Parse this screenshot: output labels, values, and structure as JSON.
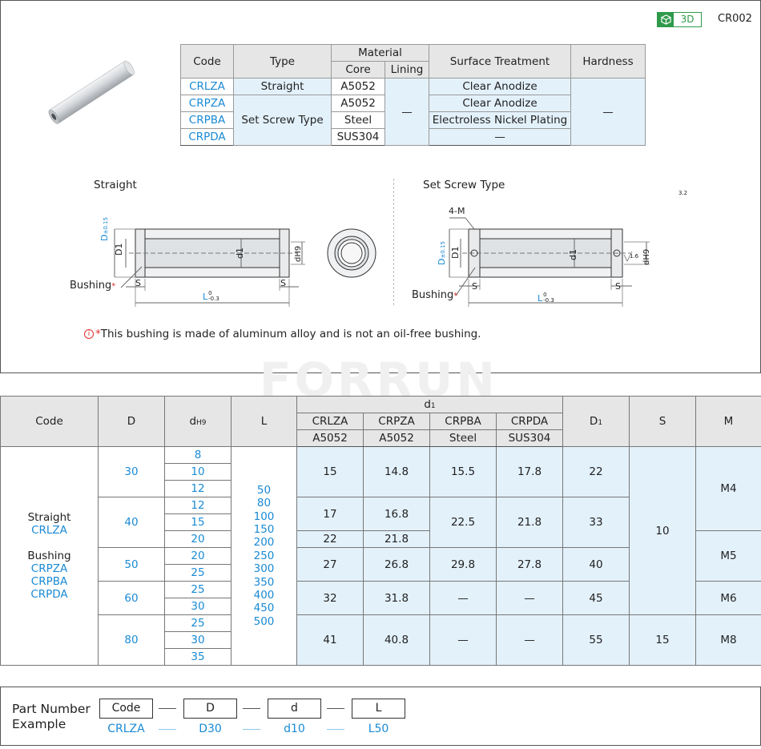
{
  "header": {
    "badge_3d": "3D",
    "series_code": "CR002"
  },
  "material_table": {
    "headers": {
      "code": "Code",
      "type": "Type",
      "material": "Material",
      "core": "Core",
      "lining": "Lining",
      "surface_treatment": "Surface Treatment",
      "hardness": "Hardness"
    },
    "rows": [
      {
        "code": "CRLZA",
        "type": "Straight",
        "core": "A5052",
        "surface": "Clear Anodize"
      },
      {
        "code": "CRPZA",
        "type": "Set Screw Type",
        "core": "A5052",
        "surface": "Clear Anodize"
      },
      {
        "code": "CRPBA",
        "core": "Steel",
        "surface": "Electroless Nickel Plating"
      },
      {
        "code": "CRPDA",
        "core": "SUS304",
        "surface": "—"
      }
    ],
    "lining": "—",
    "hardness": "—"
  },
  "drawings": {
    "straight_title": "Straight",
    "setscrew_title": "Set Screw Type",
    "label_D": "D",
    "label_D_tol": "±0.15",
    "label_D1": "D1",
    "label_d1": "d1",
    "label_dH9": "dH9",
    "label_S": "S",
    "label_L": "L",
    "label_L_tol_up": "0",
    "label_L_tol_low": "-0.3",
    "label_bushing": "Bushing",
    "label_4M": "4-M",
    "label_roughness_32": "3.2",
    "label_roughness_16": "1.6"
  },
  "note": "This bushing is made of aluminum alloy and is not an oil-free bushing.",
  "watermark": "FORRUN",
  "spec_table": {
    "headers": {
      "code": "Code",
      "D": "D",
      "dH9": "d",
      "dH9_sub": "H9",
      "L": "L",
      "d1": "d",
      "d1_sub": "1",
      "D1": "D",
      "D1_sub": "1",
      "S": "S",
      "M": "M",
      "crlza": "CRLZA",
      "crpza": "CRPZA",
      "crpba": "CRPBA",
      "crpda": "CRPDA",
      "mat_crlza": "A5052",
      "mat_crpza": "A5052",
      "mat_crpba": "Steel",
      "mat_crpda": "SUS304"
    },
    "code_cell": {
      "straight": "Straight",
      "straight_code": "CRLZA",
      "bushing": "Bushing",
      "bushing_codes": [
        "CRPZA",
        "CRPBA",
        "CRPDA"
      ]
    },
    "L_values": [
      "50",
      "80",
      "100",
      "150",
      "200",
      "250",
      "300",
      "350",
      "400",
      "450",
      "500"
    ],
    "groups": [
      {
        "D": "30",
        "d": [
          "8",
          "10",
          "12"
        ],
        "crlza": "15",
        "crpza": "14.8",
        "crpba": "15.5",
        "crpda": "17.8",
        "D1": "22"
      },
      {
        "D": "40",
        "d": [
          "12",
          "15",
          "20"
        ],
        "crlza": "17",
        "crpza": "16.8",
        "crlza_b": "22",
        "crpza_b": "21.8",
        "crpba": "22.5",
        "crpda": "21.8",
        "D1": "33"
      },
      {
        "D": "50",
        "d": [
          "20",
          "25"
        ],
        "crlza": "27",
        "crpza": "26.8",
        "crpba": "29.8",
        "crpda": "27.8",
        "D1": "40"
      },
      {
        "D": "60",
        "d": [
          "25",
          "30"
        ],
        "crlza": "32",
        "crpza": "31.8",
        "crpba": "—",
        "crpda": "—",
        "D1": "45"
      },
      {
        "D": "80",
        "d": [
          "25",
          "30",
          "35"
        ],
        "crlza": "41",
        "crpza": "40.8",
        "crpba": "—",
        "crpda": "—",
        "D1": "55"
      }
    ],
    "S_values": [
      "10",
      "15"
    ],
    "M_values": [
      "M4",
      "M5",
      "M6",
      "M8"
    ]
  },
  "part_number": {
    "title_line1": "Part Number",
    "title_line2": "Example",
    "fields": [
      "Code",
      "D",
      "d",
      "L"
    ],
    "values": [
      "CRLZA",
      "D30",
      "d10",
      "L50"
    ]
  }
}
